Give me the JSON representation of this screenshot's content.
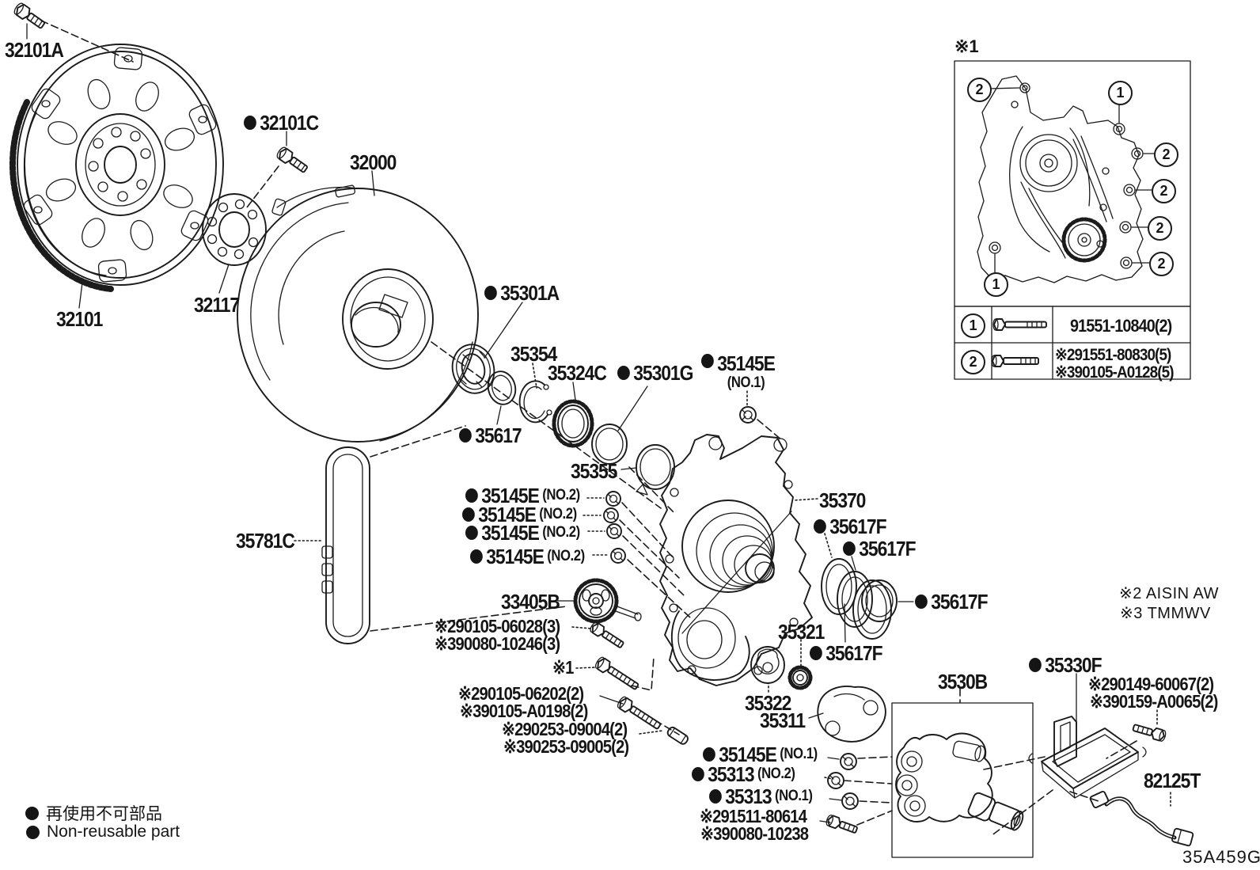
{
  "labels": [
    {
      "text": "32101A"
    },
    {
      "text": "32101"
    },
    {
      "text": "32101C",
      "dot": true
    },
    {
      "text": "32117"
    },
    {
      "text": "32000"
    },
    {
      "text": "35301A",
      "dot": true
    },
    {
      "text": "35354"
    },
    {
      "text": "35324C"
    },
    {
      "text": "35301G",
      "dot": true
    },
    {
      "text": "35145E",
      "sub": "(NO.1)",
      "dot": true
    },
    {
      "text": "35617",
      "dot": true
    },
    {
      "text": "35355"
    },
    {
      "text": "35145E",
      "sub": "(NO.2)",
      "dot": true
    },
    {
      "text": "35145E",
      "sub": "(NO.2)",
      "dot": true
    },
    {
      "text": "35145E",
      "sub": "(NO.2)",
      "dot": true
    },
    {
      "text": "35145E",
      "sub": "(NO.2)",
      "dot": true
    },
    {
      "text": "35781C"
    },
    {
      "text": "33405B"
    },
    {
      "text": "※290105-06028(3)"
    },
    {
      "text": "※390080-10246(3)"
    },
    {
      "text": "※1"
    },
    {
      "text": "※290105-06202(2)"
    },
    {
      "text": "※390105-A0198(2)"
    },
    {
      "text": "※290253-09004(2)"
    },
    {
      "text": "※390253-09005(2)"
    },
    {
      "text": "35370"
    },
    {
      "text": "35617F",
      "dot": true
    },
    {
      "text": "35617F",
      "dot": true
    },
    {
      "text": "35617F",
      "dot": true
    },
    {
      "text": "35617F",
      "dot": true
    },
    {
      "text": "35321"
    },
    {
      "text": "35322"
    },
    {
      "text": "35311"
    },
    {
      "text": "3530B"
    },
    {
      "text": "35330F",
      "dot": true
    },
    {
      "text": "※290149-60067(2)"
    },
    {
      "text": "※390159-A0065(2)"
    },
    {
      "text": "82125T"
    },
    {
      "text": "35145E",
      "sub": "(NO.1)",
      "dot": true
    },
    {
      "text": "35313",
      "sub": "(NO.2)",
      "dot": true
    },
    {
      "text": "35313",
      "sub": "(NO.1)",
      "dot": true
    },
    {
      "text": "※291511-80614"
    },
    {
      "text": "※390080-10238"
    }
  ],
  "notes": {
    "aisin": "※2 AISIN AW",
    "tmmwv": "※3 TMMWV"
  },
  "legend": {
    "jp": "再使用不可部品",
    "en": "Non-reusable part"
  },
  "drawing_code": "35A459G",
  "inset": {
    "ref": "※1",
    "drawing_callouts": [
      "2",
      "1",
      "2",
      "2",
      "2",
      "2",
      "1"
    ],
    "table": [
      {
        "num": "1",
        "lines": [
          "91551-10840(2)",
          ""
        ]
      },
      {
        "num": "2",
        "lines": [
          "※291551-80830(5)",
          "※390105-A0128(5)"
        ]
      }
    ]
  }
}
